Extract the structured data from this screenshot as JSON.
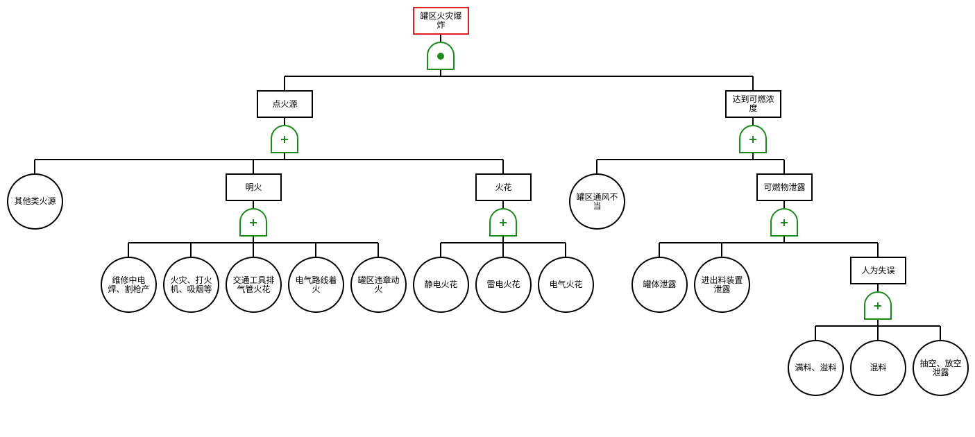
{
  "colors": {
    "line": "#000000",
    "gate": "#1a8a1a",
    "top_border": "#e02020"
  },
  "tree": {
    "top": "罐区火灾爆炸",
    "top_gate": "and-gate-icon",
    "ignition": {
      "label": "点火源",
      "gate": "or-gate-icon",
      "other": "其他类火源",
      "open_fire": {
        "label": "明火",
        "gate": "or-gate-icon",
        "children": [
          "维修中电焊、割枪产",
          "火灾、打火机、吸烟等",
          "交通工具排气管火花",
          "电气路线着火",
          "罐区违章动火"
        ]
      },
      "spark": {
        "label": "火花",
        "gate": "or-gate-icon",
        "children": [
          "静电火花",
          "雷电火花",
          "电气火花"
        ]
      }
    },
    "concentration": {
      "label": "达到可燃浓度",
      "gate": "or-gate-icon",
      "ventilation": "罐区通风不当",
      "leak": {
        "label": "可燃物泄露",
        "gate": "or-gate-icon",
        "children": [
          "罐体泄露",
          "进出料装置泄露"
        ],
        "human": {
          "label": "人为失误",
          "gate": "or-gate-icon",
          "children": [
            "满料、溢料",
            "混料",
            "抽空、放空泄露"
          ]
        }
      }
    }
  }
}
